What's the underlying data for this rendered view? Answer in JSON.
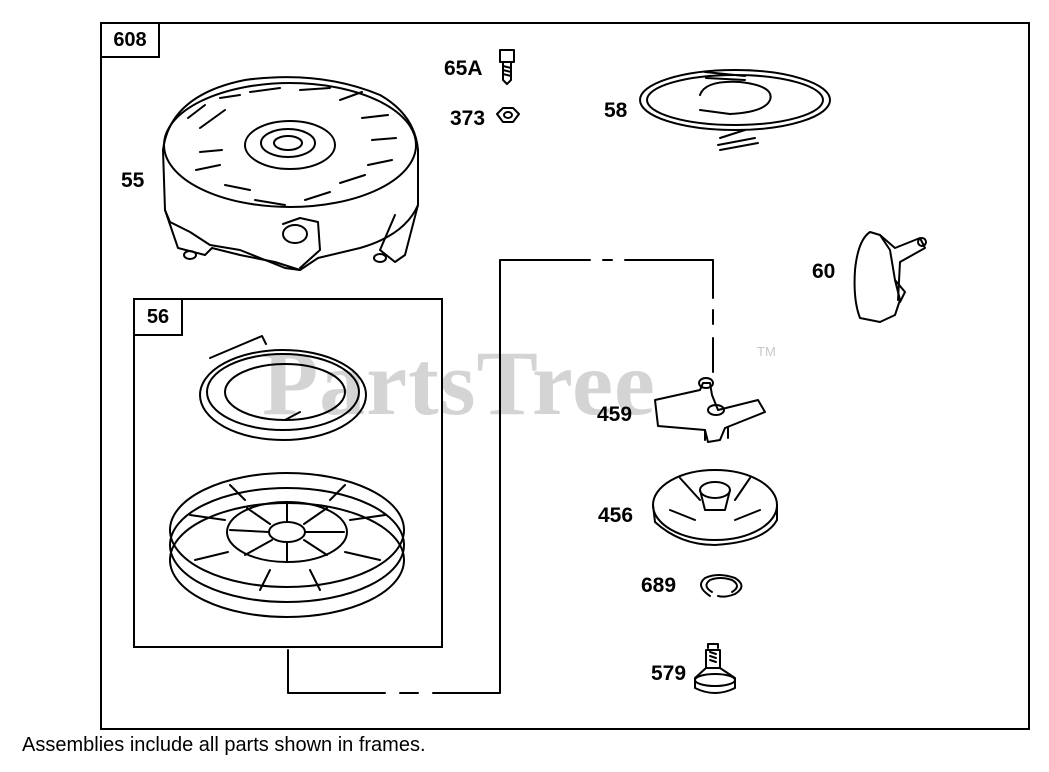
{
  "assembly_main": {
    "number": "608"
  },
  "assembly_sub": {
    "number": "56"
  },
  "parts": {
    "p55": "55",
    "p65a": "65A",
    "p373": "373",
    "p58": "58",
    "p60": "60",
    "p459": "459",
    "p456": "456",
    "p689": "689",
    "p579": "579"
  },
  "watermark": {
    "text": "PartsTree",
    "trademark": "TM"
  },
  "caption": "Assemblies include all parts shown in frames."
}
